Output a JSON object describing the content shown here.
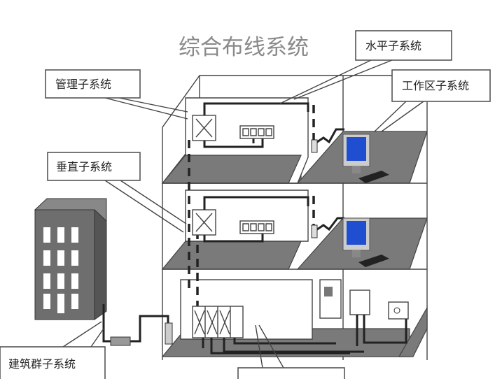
{
  "title": "综合布线系统",
  "labels": {
    "horizontal": "水平子系统",
    "management": "管理子系统",
    "work_area": "工作区子系统",
    "vertical": "垂直子系统",
    "campus": "建筑群子系统"
  },
  "colors": {
    "floor": "#7a7a7a",
    "screen": "#1f4fd0",
    "building": "#6e6e6e"
  }
}
